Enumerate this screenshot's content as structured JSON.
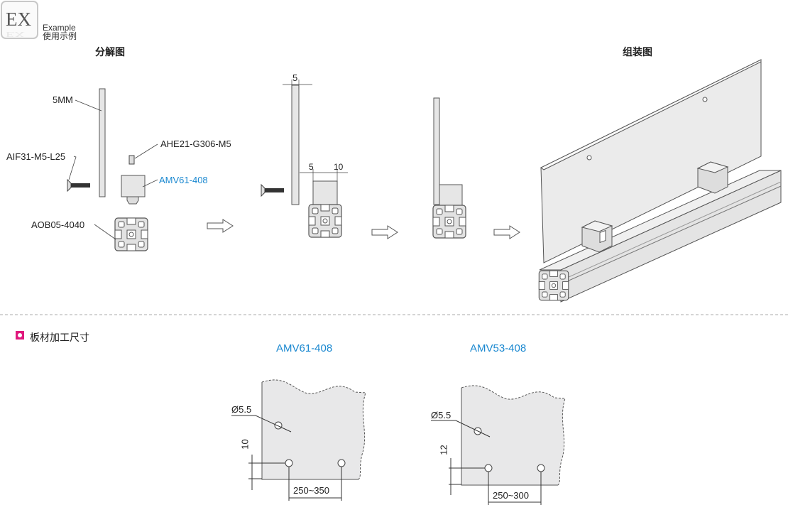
{
  "header": {
    "badge": "EX",
    "example_en": "Example",
    "example_cn": "使用示例"
  },
  "exploded": {
    "title": "分解图",
    "labels": {
      "plate": "5MM",
      "screw": "AIF31-M5-L25",
      "nut": "AHE21-G306-M5",
      "bracket": "AMV61-408",
      "profile": "AOB05-4040"
    }
  },
  "step2": {
    "dim_plate": "5",
    "dim_left": "5",
    "dim_right": "10"
  },
  "assembled": {
    "title": "组装图"
  },
  "section": {
    "title": "板材加工尺寸",
    "icon": "pink-square-bullet",
    "color": "#e0197d"
  },
  "panels": [
    {
      "title": "AMV61-408",
      "hole": "Ø5.5",
      "height_dim": "10",
      "spacing": "250~350"
    },
    {
      "title": "AMV53-408",
      "hole": "Ø5.5",
      "height_dim": "12",
      "spacing": "250~300"
    }
  ]
}
